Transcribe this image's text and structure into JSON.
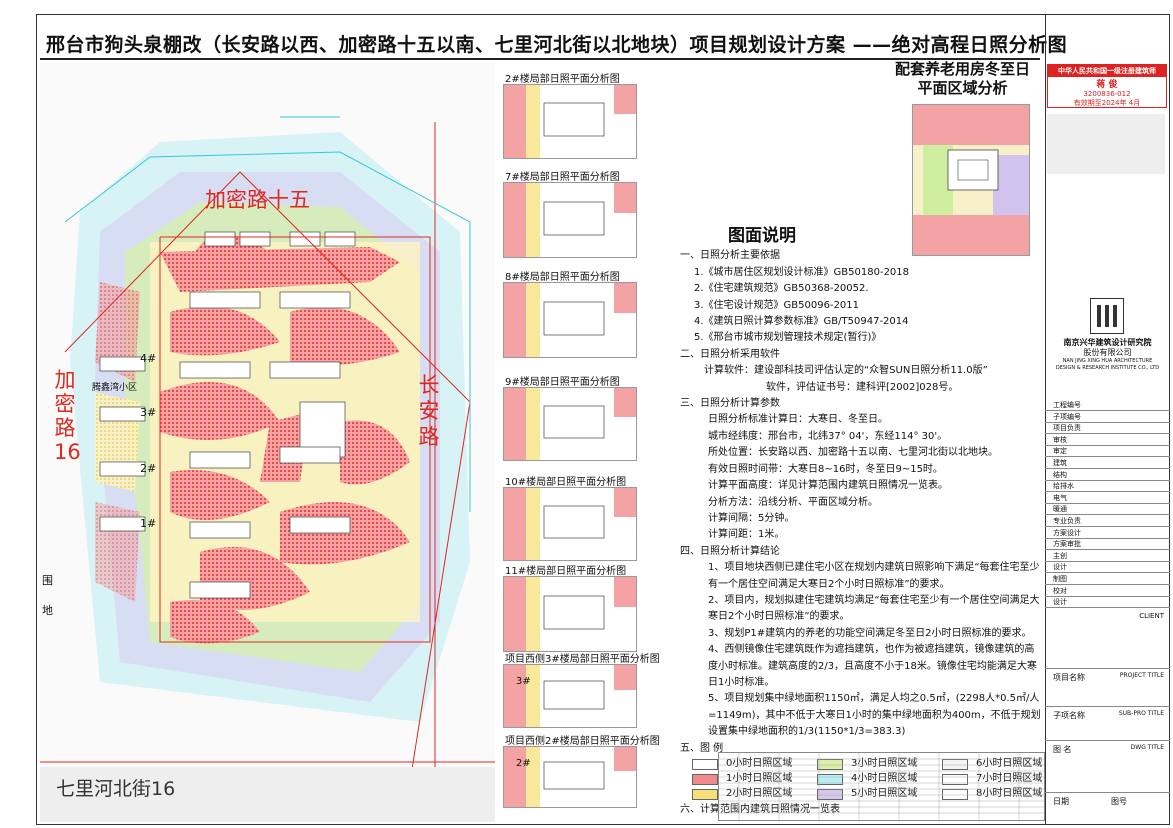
{
  "title": "邢台市狗头泉棚改（长安路以西、加密路十五以南、七里河北街以北地块）项目规划设计方案  ——绝对高程日照分析图",
  "site_map": {
    "road_north": "加密路十五",
    "road_west": [
      "加",
      "密",
      "路",
      "16"
    ],
    "road_east": [
      "长",
      "安",
      "路"
    ],
    "road_south": "七里河北街16",
    "neighborhood": "腾鑫湾小区",
    "side_text": [
      "围",
      "地"
    ],
    "buildings": [
      "4#",
      "3#",
      "2#",
      "1#"
    ]
  },
  "panels": [
    {
      "title": "2#楼局部日照平面分析图"
    },
    {
      "title": "7#楼局部日照平面分析图"
    },
    {
      "title": "8#楼局部日照平面分析图"
    },
    {
      "title": "9#楼局部日照平面分析图"
    },
    {
      "title": "10#楼局部日照平面分析图"
    },
    {
      "title": "11#楼局部日照平面分析图"
    },
    {
      "title": "项目西侧3#楼局部日照平面分析图",
      "tag": "3#"
    },
    {
      "title": "项目西侧2#楼局部日照平面分析图",
      "tag": "2#"
    }
  ],
  "elderly": {
    "line1": "配套养老用房冬至日",
    "line2": "平面区域分析"
  },
  "notes": {
    "heading": "图面说明",
    "s1": "一、日照分析主要依据",
    "s1_items": [
      "1.《城市居住区规划设计标准》GB50180-2018",
      "2.《住宅建筑规范》GB50368-20052.",
      "3.《住宅设计规范》GB50096-2011",
      "4.《建筑日照计算参数标准》GB/T50947-2014",
      "5.《邢台市城市规划管理技术规定(暂行)》"
    ],
    "s2": "二、日照分析采用软件",
    "s2_items": [
      "计算软件：建设部科技司评估认定的“众智SUN日照分析11.0版”",
      "软件，评估证书号：建科评[2002]028号。"
    ],
    "s3": "三、日照分析计算参数",
    "s3_items": [
      "日照分析标准计算日：大寒日、冬至日。",
      "城市经纬度：邢台市，北纬37° 04'，东经114° 30'。",
      "所处位置：长安路以西、加密路十五以南、七里河北街以北地块。",
      "有效日照时间带：大寒日8~16时，冬至日9~15时。",
      "计算平面高度：详见计算范围内建筑日照情况一览表。",
      "分析方法：沿线分析、平面区域分析。",
      "计算间隔：5分钟。",
      "计算间距：1米。"
    ],
    "s4": "四、日照分析计算结论",
    "s4_items": [
      "1、项目地块西侧已建住宅小区在规划内建筑日照影响下满足“每套住宅至少有一个居住空间满足大寒日2个小时日照标准”的要求。",
      "2、项目内，规划拟建住宅建筑均满足“每套住宅至少有一个居住空间满足大寒日2个小时日照标准”的要求。",
      "3、规划P1#建筑内的养老的功能空间满足冬至日2小时日照标准的要求。",
      "4、西侧镜像住宅建筑既作为遮挡建筑，也作为被遮挡建筑，镜像建筑的高度小时标准。建筑高度的2/3，且高度不小于18米。镜像住宅均能满足大寒日1小时标准。",
      "5、项目规划集中绿地面积1150㎡，满足人均之0.5㎡，(2298人*0.5㎡/人=1149m)，其中不低于大寒日1小时的集中绿地面积为400m，不低于规划设置集中绿地面积的1/3(1150*1/3=383.3)"
    ],
    "s5": "五、图  例",
    "legend": [
      {
        "label": "0小时日照区域",
        "color": "#ffffff"
      },
      {
        "label": "3小时日照区域",
        "color": "#d9f0a8"
      },
      {
        "label": "6小时日照区域",
        "color": "#f4f4f4"
      },
      {
        "label": "1小时日照区域",
        "color": "#f08a8a"
      },
      {
        "label": "4小时日照区域",
        "color": "#b8f0f4"
      },
      {
        "label": "7小时日照区域",
        "color": "#ffffff"
      },
      {
        "label": "2小时日照区域",
        "color": "#f6e07a"
      },
      {
        "label": "5小时日照区域",
        "color": "#d8c8ee"
      },
      {
        "label": "8小时日照区域",
        "color": "#ffffff"
      }
    ],
    "s6": "六、计算范围内建筑日照情况一览表"
  },
  "strip": {
    "stamp_head": "中华人民共和国一级注册建筑师",
    "stamp_name": "蒋 俊",
    "stamp_no": "3200836-012",
    "stamp_date": "有效期至2024年 4月",
    "firm_cn": "南京兴华建筑设计研究院",
    "firm_cn2": "股份有限公司",
    "firm_en": "NAN JING XING HUA ARCHITECTURE DESIGN & RESEARCH INSTITUTE CO., LTD",
    "fields": [
      "工程编号",
      "子项编号",
      "项目负责",
      "审核",
      "审定",
      "建筑",
      "结构",
      "给排水",
      "电气",
      "暖通",
      "专业负责",
      "方案设计",
      "方案审批",
      "主创",
      "设计",
      "制图",
      "校对",
      "设计"
    ],
    "client": "CLIENT",
    "project": "项目名称",
    "project_en": "PROJECT TITLE",
    "sub": "子项名称",
    "sub_en": "SUB-PRO TITLE",
    "dwg": "图 名",
    "dwg_en": "DWG TITLE",
    "date": "日期",
    "sheet": "图号"
  },
  "colors": {
    "red": "#e84a4a",
    "yellow": "#f5d85a",
    "green": "#cfeea0",
    "cyan": "#9fe8f2",
    "purple": "#d2c3ee",
    "road_red": "#e0281e"
  }
}
